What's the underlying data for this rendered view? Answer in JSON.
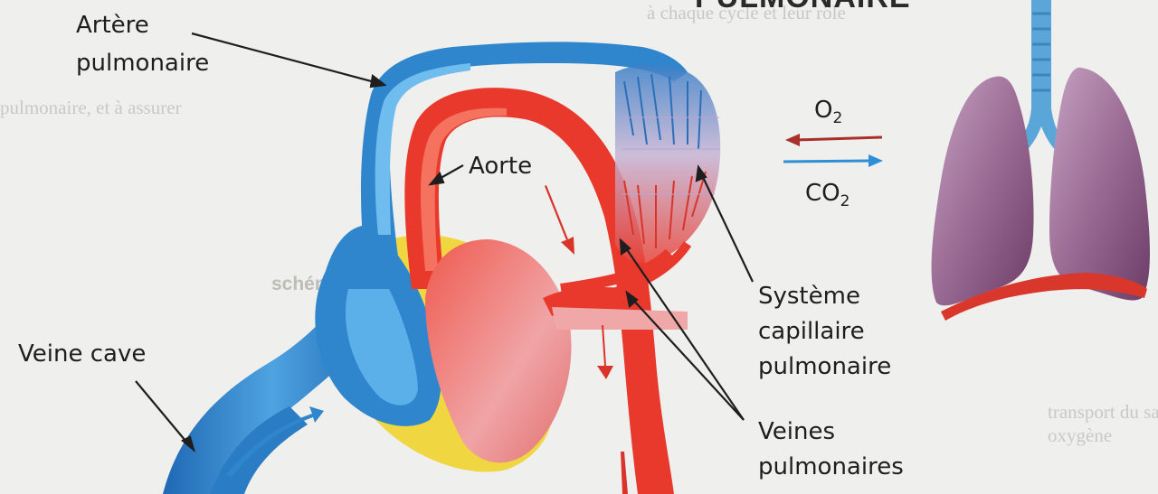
{
  "title": "PULMONAIRE",
  "labels": {
    "artere_line1": "Artère",
    "artere_line2": "pulmonaire",
    "aorte": "Aorte",
    "veine_cave": "Veine cave",
    "systeme_line1": "Système",
    "systeme_line2": "capillaire",
    "systeme_line3": "pulmonaire",
    "veines_line1": "Veines",
    "veines_line2": "pulmonaires"
  },
  "gas": {
    "o2_base": "O",
    "o2_sub": "2",
    "co2_base": "CO",
    "co2_sub": "2"
  },
  "background_text": [
    "à chaque cycle et leur rôle",
    "pulmonaire, et à assurer",
    "schéma fonctionnel",
    "transport du sang riche en",
    "oxygène"
  ],
  "colors": {
    "venous_blue": "#2f86cc",
    "arterial_red": "#e8392c",
    "fat_yellow": "#f0d640",
    "lung_purple": "#8e5a86",
    "o2_arrow": "#a8302a",
    "co2_arrow": "#2f8fd6"
  },
  "icons": [
    "o2-arrow-left-icon",
    "co2-arrow-right-icon",
    "flow-arrow-icon"
  ]
}
